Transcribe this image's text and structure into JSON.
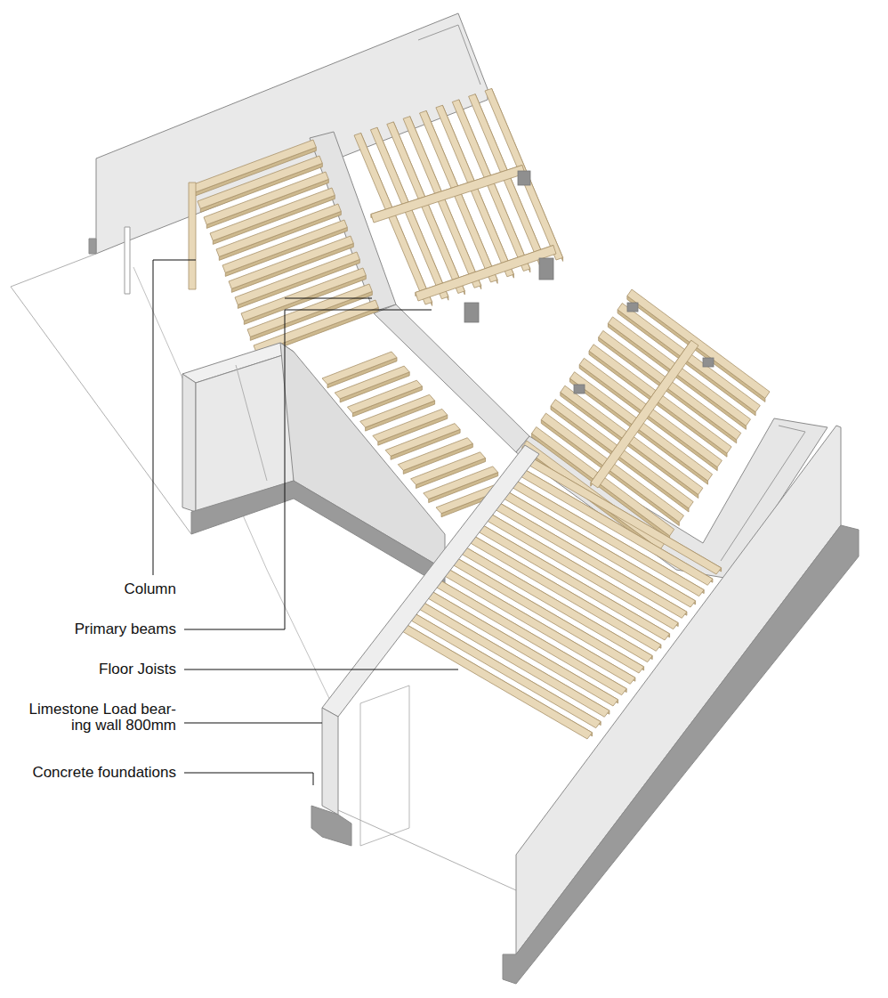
{
  "diagram": {
    "labels": [
      "Column",
      "Primary beams",
      "Floor Joists",
      "Limestone Load bear- ing wall 800mm",
      "Concrete foundations"
    ]
  }
}
